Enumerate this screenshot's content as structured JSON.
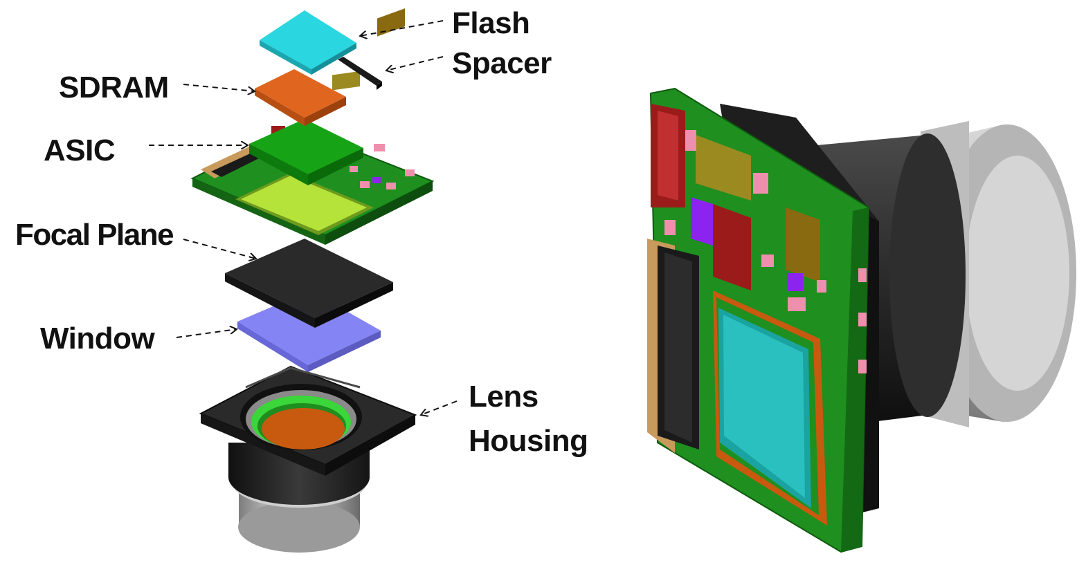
{
  "labels": {
    "flash": "Flash",
    "spacer": "Spacer",
    "sdram": "SDRAM",
    "asic": "ASIC",
    "focal_plane": "Focal Plane",
    "window": "Window",
    "lens": "Lens",
    "housing": "Housing"
  },
  "colors": {
    "flash": "#2ad6e0",
    "sdram": "#e0661f",
    "asic": "#16a316",
    "pcb": "#1f8f1f",
    "sensor": "#b6e33a",
    "focal_plane": "#2a2a2a",
    "window": "#6f6ff2",
    "housing": "#1d1d1d",
    "lens_ring": "#3ad63a",
    "lens_glass": "#c85a10",
    "barrel": "#a8a8a8",
    "red_part": "#9b1b1b",
    "olive_part": "#9a8a20",
    "pink_part": "#ee8fae",
    "violet_part": "#8d23ee",
    "teal_sensor": "#1aa3a0"
  }
}
